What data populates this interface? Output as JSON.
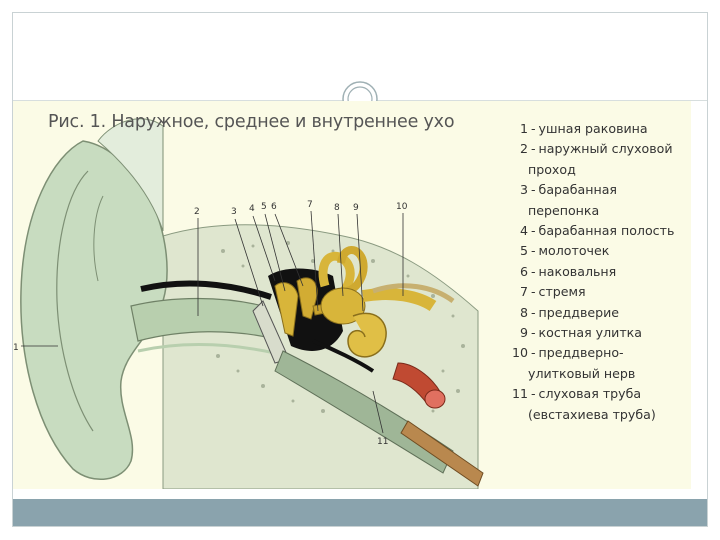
{
  "figure": {
    "title": "Рис. 1. Наружное, среднее и внутреннее ухо"
  },
  "callouts": [
    "1",
    "2",
    "3",
    "4",
    "5",
    "6",
    "7",
    "8",
    "9",
    "10",
    "11"
  ],
  "legend": [
    {
      "num": "1",
      "lines": [
        "ушная раковина"
      ]
    },
    {
      "num": "2",
      "lines": [
        "наружный слуховой",
        "проход"
      ]
    },
    {
      "num": "3",
      "lines": [
        "барабанная",
        "перепонка"
      ]
    },
    {
      "num": "4",
      "lines": [
        "барабанная полость"
      ]
    },
    {
      "num": "5",
      "lines": [
        "молоточек"
      ]
    },
    {
      "num": "6",
      "lines": [
        "наковальня"
      ]
    },
    {
      "num": "7",
      "lines": [
        "стремя"
      ]
    },
    {
      "num": "8",
      "lines": [
        "преддверие"
      ]
    },
    {
      "num": "9",
      "lines": [
        "костная улитка"
      ]
    },
    {
      "num": "10",
      "lines": [
        "преддверно-",
        "улитковый нерв"
      ]
    },
    {
      "num": "11",
      "lines": [
        "слуховая труба",
        "(евстахиева труба)"
      ]
    }
  ],
  "colors": {
    "panel": "#fbfbe6",
    "tissue_green": "#c8dcc0",
    "bone": "#dfe6cf",
    "cavity": "#111111",
    "ossicle_gold": "#d8b53a",
    "tube_red": "#c04a32",
    "bottom_bar": "#8aa3ad"
  }
}
